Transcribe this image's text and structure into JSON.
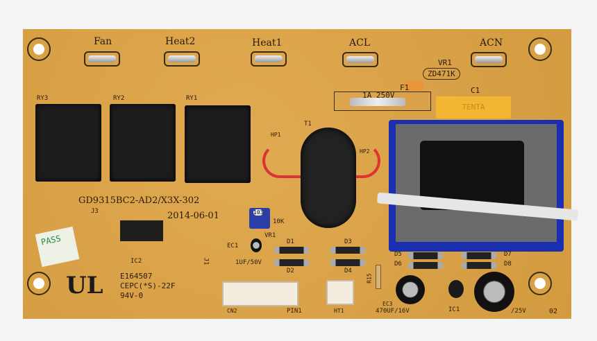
{
  "board": {
    "connector_labels": [
      "Fan",
      "Heat2",
      "Heat1",
      "ACL",
      "ACN"
    ],
    "relay_labels": [
      "RY3",
      "RY2",
      "RY1"
    ],
    "part_number": "GD9315BC2-AD2/X3X-302",
    "date": "2014-06-01",
    "fuse": {
      "ref": "F1",
      "rating": "1A 250V"
    },
    "varistor": {
      "ref": "VR1",
      "value": "ZD471K"
    },
    "capacitor_c1": {
      "ref": "C1",
      "brand": "TENTA"
    },
    "transformer_ref": "T1",
    "trimmer": {
      "ref": "VR1",
      "value": "10K",
      "code": "103"
    },
    "ec1": {
      "ref": "EC1",
      "value": "1UF/50V"
    },
    "ec3": {
      "ref": "EC3",
      "value": "470UF/16V"
    },
    "ec4_value": "/25V",
    "diodes": [
      "D1",
      "D2",
      "D3",
      "D4",
      "D5",
      "D6",
      "D7",
      "D8"
    ],
    "ic_labels": [
      "IC2",
      "IC1"
    ],
    "jumpers": [
      "J3",
      "J1"
    ],
    "connectors": [
      "CN2",
      "PIN1",
      "HT1"
    ],
    "resistor": "R15",
    "cert": {
      "file": "E164507",
      "code": "CEPC(*S)-22F",
      "rating": "94V-0"
    },
    "pass_sticker": "PASS",
    "corner_mark": "02",
    "hp_labels": [
      "HP1",
      "HP2"
    ],
    "colors": {
      "board": "#d9a145",
      "relay": "#1c1c1c",
      "c1": "#f2b632",
      "trimmer": "#2b3fa8",
      "transformer_bobbin": "#1a2fb0"
    }
  }
}
